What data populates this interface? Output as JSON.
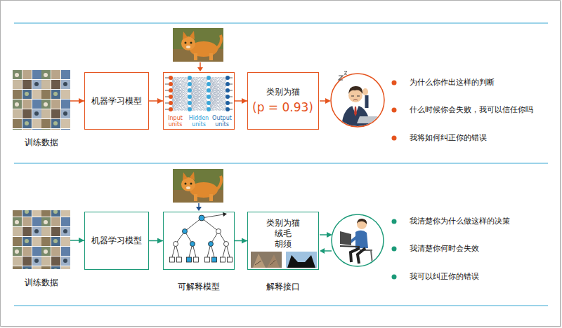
{
  "diagram": {
    "nodes": [
      {
        "text": [
          "训练数据"
        ]
      },
      {
        "text": [
          "机器学习模型"
        ]
      },
      {
        "text": [
          "Input units",
          "Hidden units",
          "Output units"
        ]
      },
      {
        "text": [
          "类别为猫",
          "(p = 0.93)"
        ]
      },
      {
        "text": [
          "训练数据"
        ]
      },
      {
        "text": [
          "机器学习模型"
        ]
      },
      {
        "text": [
          "可解释模型"
        ]
      },
      {
        "text": [
          "类别为猫",
          "绒毛",
          "胡须",
          "解释接口"
        ]
      }
    ],
    "edges": [
      {
        "from": 0,
        "to": 1,
        "arrow": "to"
      },
      {
        "from": 1,
        "to": 2,
        "arrow": "to"
      },
      {
        "from": 2,
        "to": 3,
        "arrow": "to"
      },
      {
        "from": 4,
        "to": 5,
        "arrow": "to"
      },
      {
        "from": 5,
        "to": 6,
        "arrow": "to"
      },
      {
        "from": 6,
        "to": 7,
        "arrow": "to"
      }
    ],
    "labels": [
      "为什么你作出这样的判断",
      "什么时候你会失败，我可以信任你吗",
      "我将如何纠正你的错误",
      "我清楚你为什么做这样的决策",
      "我清楚你何时会失效",
      "我可以纠正你的错误"
    ]
  }
}
